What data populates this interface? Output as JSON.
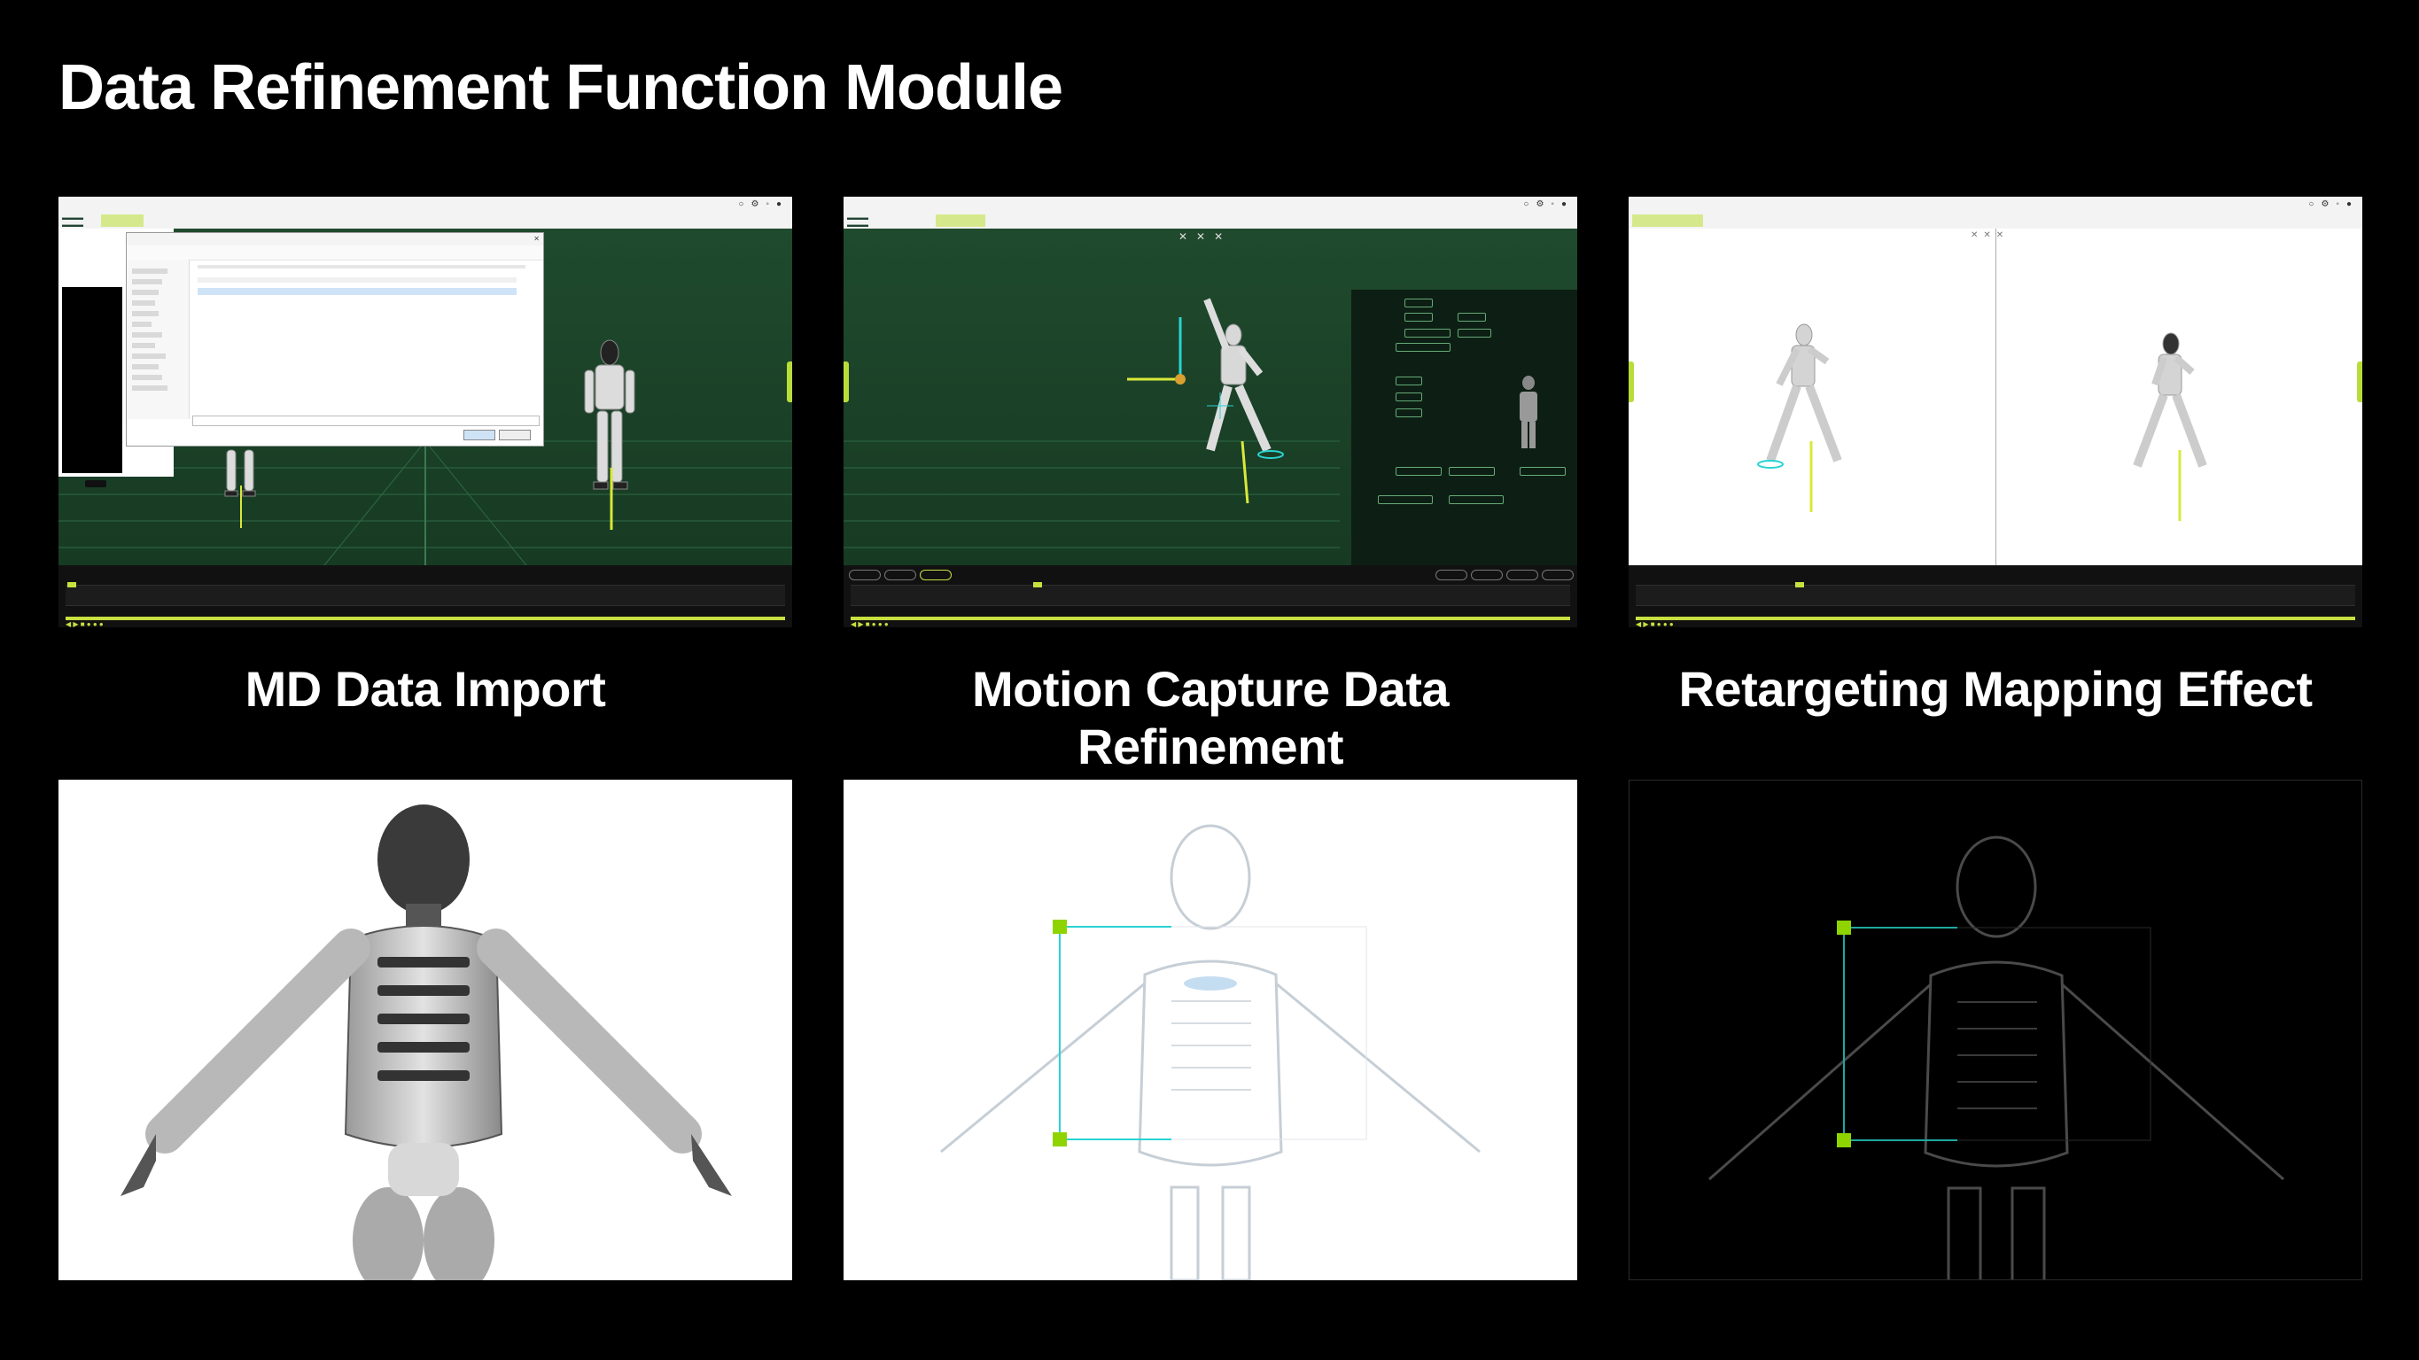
{
  "page_title": "Data Refinement Function Module",
  "panels": [
    {
      "caption": "MD Data Import"
    },
    {
      "caption": "Motion Capture Data Refinement"
    },
    {
      "caption": "Retargeting Mapping Effect"
    }
  ],
  "colors": {
    "background": "#000000",
    "viewport_green": "#1d4a2c",
    "accent": "#c8e040",
    "bone_cyan": "#2ad3d3",
    "joint_green": "#8fd400"
  },
  "icons": [
    "window-controls-icon",
    "playback-controls-icon",
    "file-dialog-icon"
  ]
}
